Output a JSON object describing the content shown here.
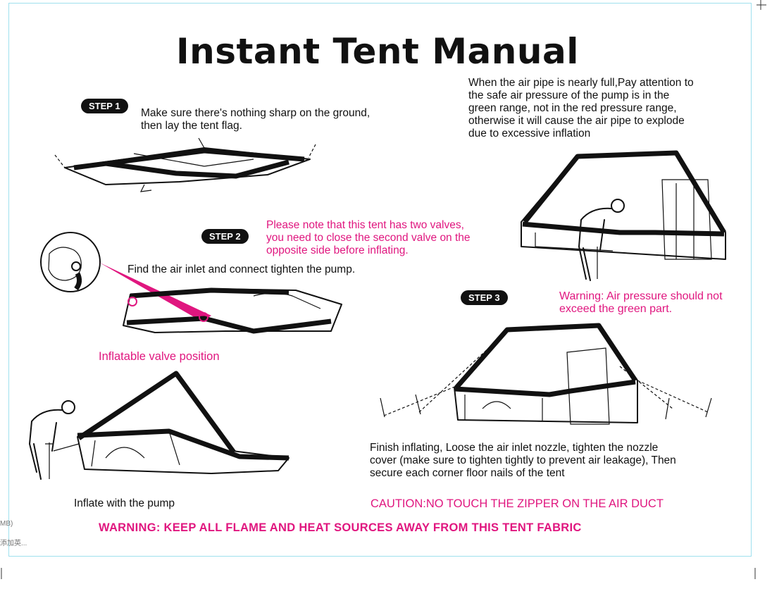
{
  "title": "Instant Tent Manual",
  "steps": {
    "step1": "STEP 1",
    "step2": "STEP 2",
    "step3": "STEP 3"
  },
  "texts": {
    "step1_line1": "Make sure there's nothing sharp on the ground,",
    "step1_line2": "then lay the tent flag.",
    "pressure_line1": "When the air pipe is nearly full,Pay attention to",
    "pressure_line2": "the safe air pressure of the pump is in the",
    "pressure_line3": "green range, not in the red pressure range,",
    "pressure_line4": "otherwise it will cause the air pipe to explode",
    "pressure_line5": "due to excessive inflation",
    "valves_line1": "Please note that this tent has two valves,",
    "valves_line2": "you need to close the second valve on the",
    "valves_line3": "opposite side before inflating.",
    "inlet": "Find the air inlet and connect tighten the pump.",
    "valve_position": "Inflatable valve position",
    "warning_green_line1": "Warning: Air pressure should not",
    "warning_green_line2": "exceed the green part.",
    "finish_line1": "Finish inflating, Loose the air inlet nozzle, tighten the nozzle",
    "finish_line2": "cover (make sure to tighten tightly to prevent air leakage), Then",
    "finish_line3": "secure each corner floor nails of the tent",
    "inflate_pump": "Inflate with the pump",
    "caution": "CAUTION:NO TOUCH THE ZIPPER ON THE AIR DUCT",
    "warning_flame": "WARNING: KEEP ALL FLAME AND HEAT SOURCES AWAY FROM THIS TENT FABRIC"
  },
  "side_fragments": {
    "mb": "MB)",
    "cn": "添加英..."
  },
  "colors": {
    "accent_pink": "#e0167f",
    "frame": "#9fe0ee",
    "ink": "#111111"
  }
}
